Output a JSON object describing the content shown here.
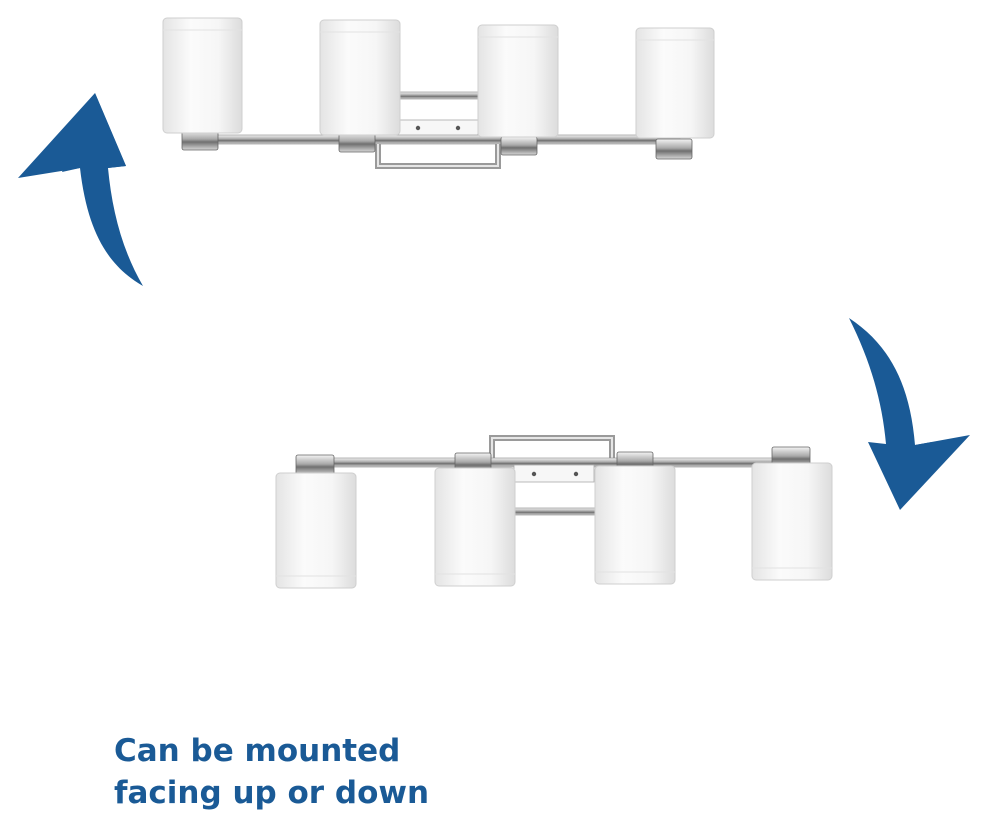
{
  "caption": {
    "line1": "Can be mounted",
    "line2": "facing up or down"
  },
  "colors": {
    "arrow": "#1a5a96",
    "caption": "#1a5a96",
    "glass": "#f3f3f3",
    "chrome": "#b8b8b8"
  },
  "illustrations": [
    {
      "name": "fixture-shades-up",
      "shades": 4,
      "orientation": "up"
    },
    {
      "name": "fixture-shades-down",
      "shades": 4,
      "orientation": "down"
    }
  ],
  "icons": [
    "curved-arrow-up-icon",
    "curved-arrow-down-icon"
  ]
}
